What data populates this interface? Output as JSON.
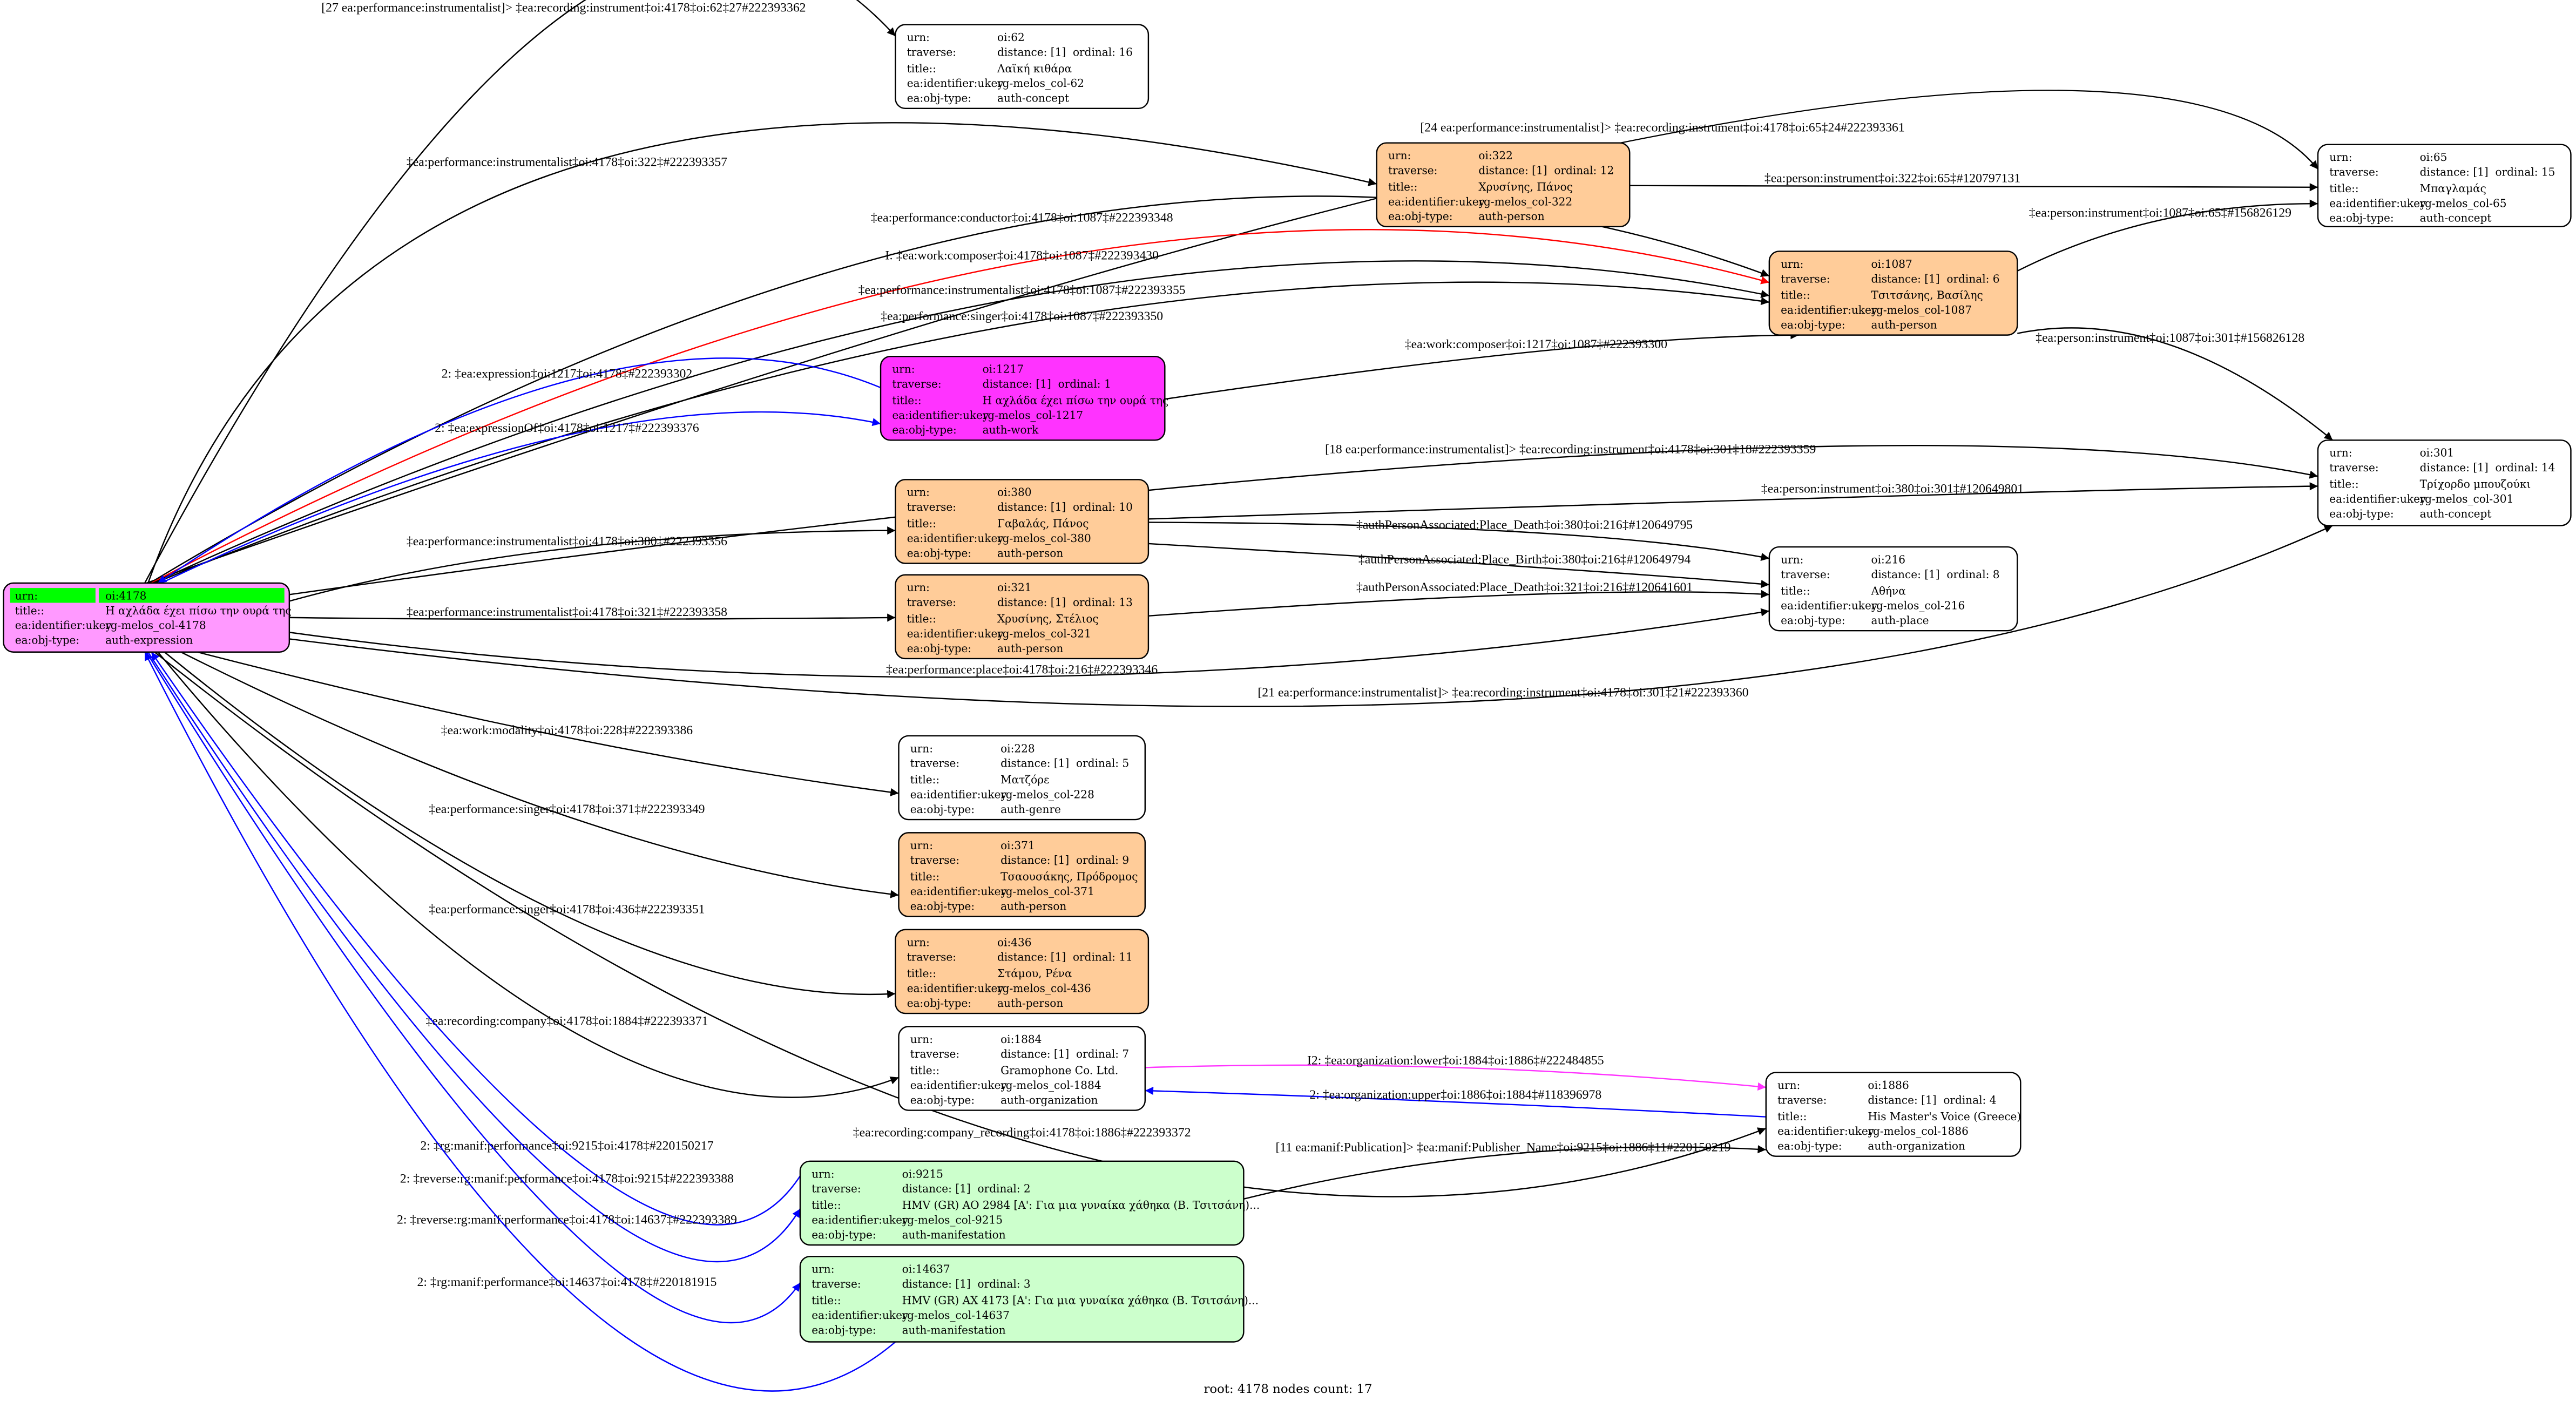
{
  "row_labels": {
    "urn": "urn:",
    "traverse": "traverse:",
    "title": "title::",
    "ukey": "ea:identifier:ukey",
    "type": "ea:obj-type:"
  },
  "colors": {
    "person": "#ffcc99",
    "work": "#ff33ff",
    "expression": "#ff99ff",
    "manifestation": "#ccffcc",
    "plain": "#ffffff",
    "root_highlight": "#00ff00",
    "edge_black": "#000000",
    "edge_red": "#ff0000",
    "edge_blue": "#0000ff",
    "edge_magenta": "#ff33ff"
  },
  "nodes": [
    {
      "id": "4178",
      "urn": "oi:4178",
      "title": "Η αχλάδα έχει πίσω την ουρά της",
      "ukey": "rg-melos_col-4178",
      "type": "auth-expression",
      "fill": "#ff99ff",
      "root": true
    },
    {
      "id": "62",
      "urn": "oi:62",
      "distance": "distance: [1]",
      "ordinal": "ordinal: 16",
      "title": "Λαϊκή κιθάρα",
      "ukey": "rg-melos_col-62",
      "type": "auth-concept",
      "fill": "#ffffff"
    },
    {
      "id": "65",
      "urn": "oi:65",
      "distance": "distance: [1]",
      "ordinal": "ordinal: 15",
      "title": "Μπαγλαμάς",
      "ukey": "rg-melos_col-65",
      "type": "auth-concept",
      "fill": "#ffffff"
    },
    {
      "id": "322",
      "urn": "oi:322",
      "distance": "distance: [1]",
      "ordinal": "ordinal: 12",
      "title": "Χρυσίνης, Πάνος",
      "ukey": "rg-melos_col-322",
      "type": "auth-person",
      "fill": "#ffcc99"
    },
    {
      "id": "1087",
      "urn": "oi:1087",
      "distance": "distance: [1]",
      "ordinal": "ordinal: 6",
      "title": "Τσιτσάνης, Βασίλης",
      "ukey": "rg-melos_col-1087",
      "type": "auth-person",
      "fill": "#ffcc99"
    },
    {
      "id": "1217",
      "urn": "oi:1217",
      "distance": "distance: [1]",
      "ordinal": "ordinal: 1",
      "title": "Η αχλάδα έχει πίσω την ουρά της",
      "ukey": "rg-melos_col-1217",
      "type": "auth-work",
      "fill": "#ff33ff"
    },
    {
      "id": "301",
      "urn": "oi:301",
      "distance": "distance: [1]",
      "ordinal": "ordinal: 14",
      "title": "Τρίχορδο μπουζούκι",
      "ukey": "rg-melos_col-301",
      "type": "auth-concept",
      "fill": "#ffffff"
    },
    {
      "id": "380",
      "urn": "oi:380",
      "distance": "distance: [1]",
      "ordinal": "ordinal: 10",
      "title": "Γαβαλάς, Πάνος",
      "ukey": "rg-melos_col-380",
      "type": "auth-person",
      "fill": "#ffcc99"
    },
    {
      "id": "321",
      "urn": "oi:321",
      "distance": "distance: [1]",
      "ordinal": "ordinal: 13",
      "title": "Χρυσίνης, Στέλιος",
      "ukey": "rg-melos_col-321",
      "type": "auth-person",
      "fill": "#ffcc99"
    },
    {
      "id": "216",
      "urn": "oi:216",
      "distance": "distance: [1]",
      "ordinal": "ordinal: 8",
      "title": "Αθήνα",
      "ukey": "rg-melos_col-216",
      "type": "auth-place",
      "fill": "#ffffff"
    },
    {
      "id": "228",
      "urn": "oi:228",
      "distance": "distance: [1]",
      "ordinal": "ordinal: 5",
      "title": "Ματζόρε",
      "ukey": "rg-melos_col-228",
      "type": "auth-genre",
      "fill": "#ffffff"
    },
    {
      "id": "371",
      "urn": "oi:371",
      "distance": "distance: [1]",
      "ordinal": "ordinal: 9",
      "title": "Τσαουσάκης, Πρόδρομος",
      "ukey": "rg-melos_col-371",
      "type": "auth-person",
      "fill": "#ffcc99"
    },
    {
      "id": "436",
      "urn": "oi:436",
      "distance": "distance: [1]",
      "ordinal": "ordinal: 11",
      "title": "Στάμου, Ρένα",
      "ukey": "rg-melos_col-436",
      "type": "auth-person",
      "fill": "#ffcc99"
    },
    {
      "id": "1884",
      "urn": "oi:1884",
      "distance": "distance: [1]",
      "ordinal": "ordinal: 7",
      "title": "Gramophone Co. Ltd.",
      "ukey": "rg-melos_col-1884",
      "type": "auth-organization",
      "fill": "#ffffff"
    },
    {
      "id": "1886",
      "urn": "oi:1886",
      "distance": "distance: [1]",
      "ordinal": "ordinal: 4",
      "title": "His Master's Voice (Greece)",
      "ukey": "rg-melos_col-1886",
      "type": "auth-organization",
      "fill": "#ffffff"
    },
    {
      "id": "9215",
      "urn": "oi:9215",
      "distance": "distance: [1]",
      "ordinal": "ordinal: 2",
      "title": "HMV (GR) AO 2984 [A': Για μια γυναίκα χάθηκα (Β. Τσιτσάνη)...",
      "ukey": "rg-melos_col-9215",
      "type": "auth-manifestation",
      "fill": "#ccffcc"
    },
    {
      "id": "14637",
      "urn": "oi:14637",
      "distance": "distance: [1]",
      "ordinal": "ordinal: 3",
      "title": "HMV (GR) AX 4173 [A': Για μια γυναίκα χάθηκα (Β. Τσιτσάνη)...",
      "ukey": "rg-melos_col-14637",
      "type": "auth-manifestation",
      "fill": "#ccffcc"
    }
  ],
  "edges": [
    {
      "from": "4178",
      "to": "62",
      "color": "#000000",
      "label": "[27 ea:performance:instrumentalist]> ‡ea:recording:instrument‡oi:4178‡oi:62‡27#222393362"
    },
    {
      "from": "4178",
      "to": "65",
      "color": "#000000",
      "label": "[24 ea:performance:instrumentalist]> ‡ea:recording:instrument‡oi:4178‡oi:65‡24#222393361"
    },
    {
      "from": "4178",
      "to": "322",
      "color": "#000000",
      "label": "‡ea:performance:instrumentalist‡oi:4178‡oi:322‡#222393357"
    },
    {
      "from": "4178",
      "to": "1087",
      "color": "#000000",
      "label": "‡ea:performance:conductor‡oi:4178‡oi:1087‡#222393348"
    },
    {
      "from": "4178",
      "to": "1087",
      "color": "#ff0000",
      "label": "I: ‡ea:work:composer‡oi:4178‡oi:1087‡#222393430"
    },
    {
      "from": "4178",
      "to": "1087",
      "color": "#000000",
      "label": "‡ea:performance:instrumentalist‡oi:4178‡oi:1087‡#222393355"
    },
    {
      "from": "4178",
      "to": "1087",
      "color": "#000000",
      "label": "‡ea:performance:singer‡oi:4178‡oi:1087‡#222393350"
    },
    {
      "from": "1217",
      "to": "4178",
      "color": "#0000ff",
      "label": "2: ‡ea:expression‡oi:1217‡oi:4178‡#222393302"
    },
    {
      "from": "4178",
      "to": "1217",
      "color": "#0000ff",
      "label": "2: ‡ea:expressionOf‡oi:4178‡oi:1217‡#222393376"
    },
    {
      "from": "1217",
      "to": "1087",
      "color": "#000000",
      "label": "‡ea:work:composer‡oi:1217‡oi:1087‡#222393300"
    },
    {
      "from": "1087",
      "to": "65",
      "color": "#000000",
      "label": "‡ea:person:instrument‡oi:1087‡oi:65‡#156826129"
    },
    {
      "from": "322",
      "to": "65",
      "color": "#000000",
      "label": "‡ea:person:instrument‡oi:322‡oi:65‡#120797131"
    },
    {
      "from": "1087",
      "to": "301",
      "color": "#000000",
      "label": "‡ea:person:instrument‡oi:1087‡oi:301‡#156826128"
    },
    {
      "from": "4178",
      "to": "301",
      "color": "#000000",
      "label": "[18 ea:performance:instrumentalist]> ‡ea:recording:instrument‡oi:4178‡oi:301‡18#222393359"
    },
    {
      "from": "380",
      "to": "301",
      "color": "#000000",
      "label": "‡ea:person:instrument‡oi:380‡oi:301‡#120649801"
    },
    {
      "from": "4178",
      "to": "380",
      "color": "#000000",
      "label": "‡ea:performance:instrumentalist‡oi:4178‡oi:380‡#222393356"
    },
    {
      "from": "380",
      "to": "216",
      "color": "#000000",
      "label": "‡authPersonAssociated:Place_Death‡oi:380‡oi:216‡#120649795"
    },
    {
      "from": "380",
      "to": "216",
      "color": "#000000",
      "label": "‡authPersonAssociated:Place_Birth‡oi:380‡oi:216‡#120649794"
    },
    {
      "from": "321",
      "to": "216",
      "color": "#000000",
      "label": "‡authPersonAssociated:Place_Death‡oi:321‡oi:216‡#120641601"
    },
    {
      "from": "4178",
      "to": "321",
      "color": "#000000",
      "label": "‡ea:performance:instrumentalist‡oi:4178‡oi:321‡#222393358"
    },
    {
      "from": "4178",
      "to": "216",
      "color": "#000000",
      "label": "‡ea:performance:place‡oi:4178‡oi:216‡#222393346"
    },
    {
      "from": "4178",
      "to": "301",
      "color": "#000000",
      "label": "[21 ea:performance:instrumentalist]> ‡ea:recording:instrument‡oi:4178‡oi:301‡21#222393360"
    },
    {
      "from": "4178",
      "to": "228",
      "color": "#000000",
      "label": "‡ea:work:modality‡oi:4178‡oi:228‡#222393386"
    },
    {
      "from": "4178",
      "to": "371",
      "color": "#000000",
      "label": "‡ea:performance:singer‡oi:4178‡oi:371‡#222393349"
    },
    {
      "from": "4178",
      "to": "436",
      "color": "#000000",
      "label": "‡ea:performance:singer‡oi:4178‡oi:436‡#222393351"
    },
    {
      "from": "4178",
      "to": "1884",
      "color": "#000000",
      "label": "‡ea:recording:company‡oi:4178‡oi:1884‡#222393371"
    },
    {
      "from": "1884",
      "to": "1886",
      "color": "#ff33ff",
      "label": "I2: ‡ea:organization:lower‡oi:1884‡oi:1886‡#222484855"
    },
    {
      "from": "1886",
      "to": "1884",
      "color": "#0000ff",
      "label": "2: ‡ea:organization:upper‡oi:1886‡oi:1884‡#118396978"
    },
    {
      "from": "4178",
      "to": "1886",
      "color": "#000000",
      "label": "‡ea:recording:company_recording‡oi:4178‡oi:1886‡#222393372"
    },
    {
      "from": "9215",
      "to": "4178",
      "color": "#0000ff",
      "label": "2: ‡rg:manif:performance‡oi:9215‡oi:4178‡#220150217"
    },
    {
      "from": "4178",
      "to": "9215",
      "color": "#0000ff",
      "label": "2: ‡reverse:rg:manif:performance‡oi:4178‡oi:9215‡#222393388"
    },
    {
      "from": "4178",
      "to": "14637",
      "color": "#0000ff",
      "label": "2: ‡reverse:rg:manif:performance‡oi:4178‡oi:14637‡#222393389"
    },
    {
      "from": "14637",
      "to": "4178",
      "color": "#0000ff",
      "label": "2: ‡rg:manif:performance‡oi:14637‡oi:4178‡#220181915"
    },
    {
      "from": "9215",
      "to": "1886",
      "color": "#000000",
      "label": "[11 ea:manif:Publication]> ‡ea:manif:Publisher_Name‡oi:9215‡oi:1886‡11#220150219"
    }
  ],
  "footer": "root: 4178 nodes count: 17"
}
